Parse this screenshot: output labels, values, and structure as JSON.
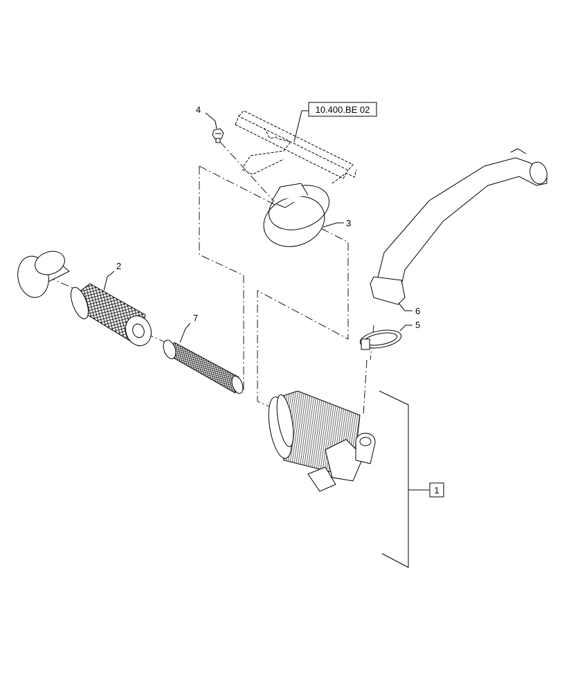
{
  "diagram": {
    "reference_label": "10.400.BE 02",
    "callouts": {
      "assembly": "1",
      "outer_filter": "2",
      "band_clamp": "3",
      "bolt": "4",
      "hose_clamp": "5",
      "intake_tube": "6",
      "inner_filter": "7"
    }
  },
  "colors": {
    "line": "#000000",
    "background": "#ffffff"
  }
}
